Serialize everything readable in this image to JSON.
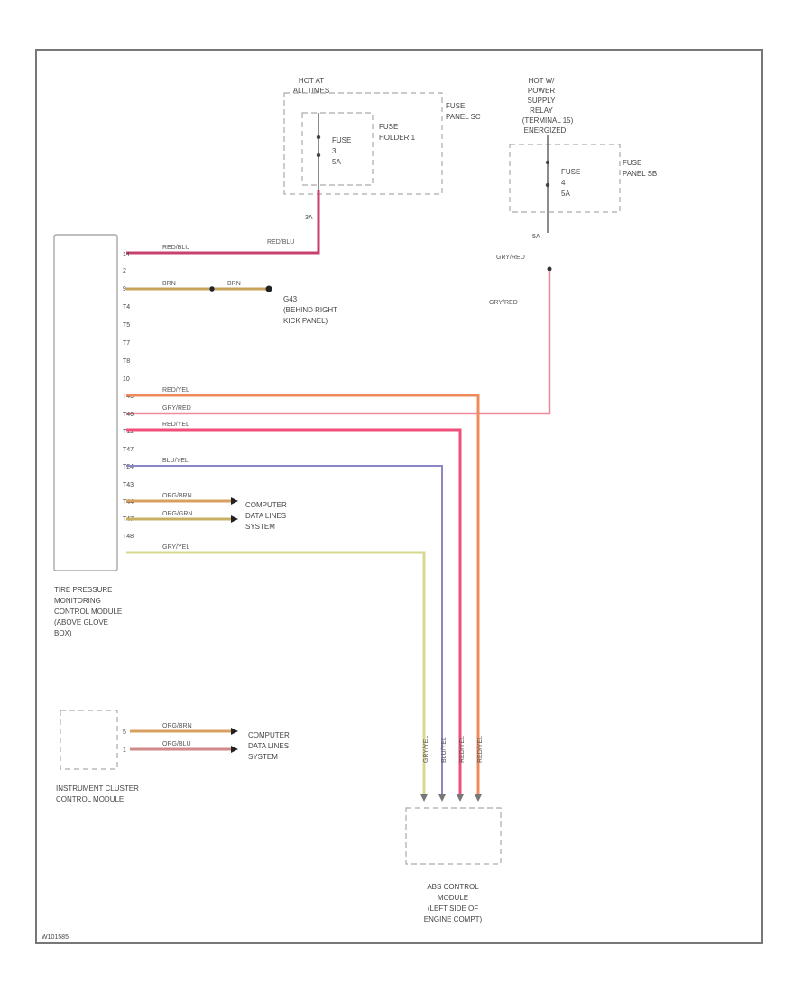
{
  "diagram": {
    "footer_code": "W101585",
    "fuse_supply_1": {
      "hot_label": [
        "HOT AT",
        "ALL TIMES"
      ],
      "fuse_label": [
        "FUSE",
        "3",
        "5A"
      ],
      "holder_label": [
        "FUSE",
        "HOLDER 1"
      ],
      "panel_label": [
        "FUSE",
        "PANEL SC"
      ],
      "output_pin": "3A",
      "wire": "RED/BLU"
    },
    "fuse_supply_2": {
      "hot_label": [
        "HOT W/",
        "POWER",
        "SUPPLY",
        "RELAY",
        "(TERMINAL 15)",
        "ENERGIZED"
      ],
      "fuse_label": [
        "FUSE",
        "4",
        "5A"
      ],
      "panel_label": [
        "FUSE",
        "PANEL SB"
      ],
      "output_pin": "5A",
      "wire_upper": "GRY/RED",
      "wire_lower": "GRY/RED"
    },
    "tpms_module": {
      "label": [
        "TIRE PRESSURE",
        "MONITORING",
        "CONTROL MODULE",
        "(ABOVE GLOVE",
        "BOX)"
      ],
      "pins": [
        "14",
        "2",
        "9",
        "T4",
        "T5",
        "T7",
        "T8",
        "10",
        "T45",
        "T46",
        "T12",
        "T47",
        "T24",
        "T43",
        "T44",
        "T47",
        "T48"
      ],
      "wires": {
        "pin1": "RED/BLU",
        "pin3": "BRN",
        "pin3b": "BRN",
        "pin8": "RED/YEL",
        "pin9": "GRY/RED",
        "pin10": "RED/YEL",
        "pin12": "BLU/YEL",
        "pin14": "ORG/BRN",
        "pin15": "ORG/GRN",
        "pin17": "GRY/YEL"
      }
    },
    "ground": {
      "label": [
        "G43",
        "(BEHIND RIGHT",
        "KICK PANEL)"
      ]
    },
    "cdl_1": {
      "label": [
        "COMPUTER",
        "DATA LINES",
        "SYSTEM"
      ]
    },
    "cdl_2": {
      "label": [
        "COMPUTER",
        "DATA LINES",
        "SYSTEM"
      ]
    },
    "ic_module": {
      "label": [
        "INSTRUMENT CLUSTER",
        "CONTROL MODULE"
      ],
      "pins": [
        "5",
        "1"
      ],
      "wires": [
        "ORG/BRN",
        "ORG/BLU"
      ]
    },
    "abs_module": {
      "label": [
        "ABS CONTROL",
        "MODULE",
        "(LEFT SIDE OF",
        "ENGINE COMPT)"
      ],
      "wires": [
        "GRY/YEL",
        "BLU/YEL",
        "RED/YEL",
        "RED/YEL"
      ]
    },
    "colors": {
      "red_blu": "#c8406e",
      "brn": "#c9a25a",
      "red_yel": "#ef8a5a",
      "gry_red": "#f08a9a",
      "red_yel2": "#ef4f7a",
      "blu_yel": "#8a86c8",
      "org_brn": "#d8a060",
      "org_grn": "#c8b060",
      "gry_yel": "#d8d890",
      "org_blu": "#d08a8a"
    }
  }
}
